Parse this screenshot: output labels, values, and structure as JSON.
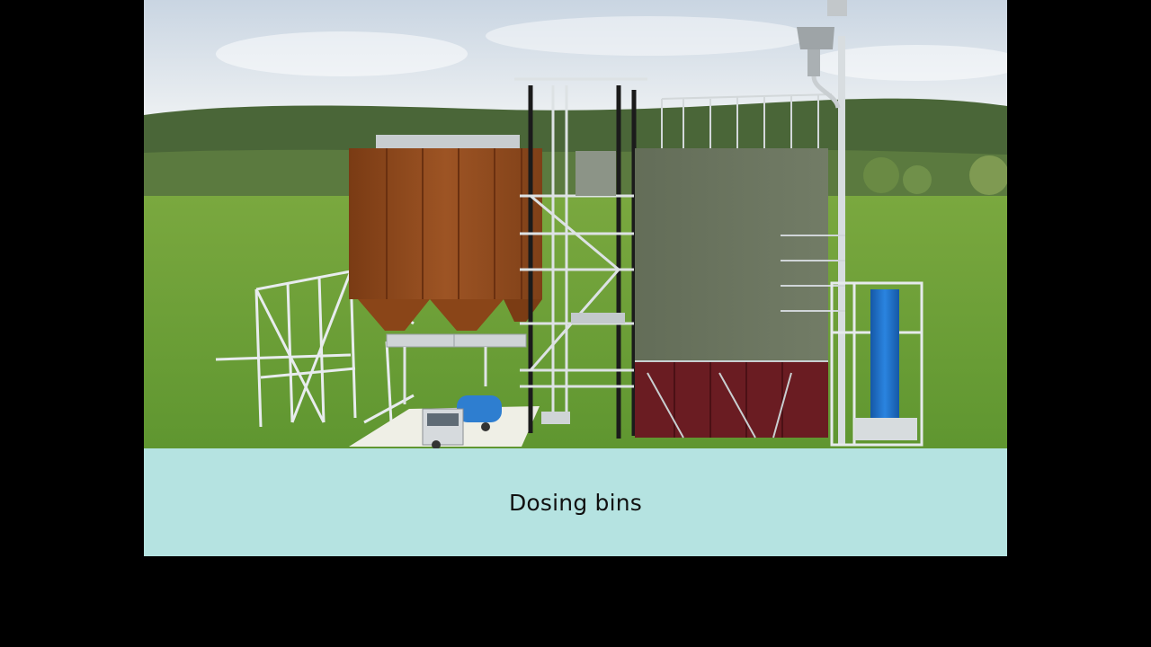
{
  "caption": {
    "text": "Dosing bins"
  },
  "scene": {
    "depicts": [
      "plant-scaffolding",
      "dosing-bins",
      "tanker-truck",
      "elevator-tower",
      "main-building",
      "bucket-elevator",
      "sky",
      "hills",
      "grass"
    ],
    "colors": {
      "sky": "#dfe6ee",
      "hills": "#4c6a3a",
      "grass": "#6ea23a",
      "bins": "#8f4a1d",
      "building": "#6b7560",
      "building_base": "#6a1c22",
      "elevator_blue": "#1d6fc9",
      "caption_band": "#b5e3e1"
    }
  }
}
